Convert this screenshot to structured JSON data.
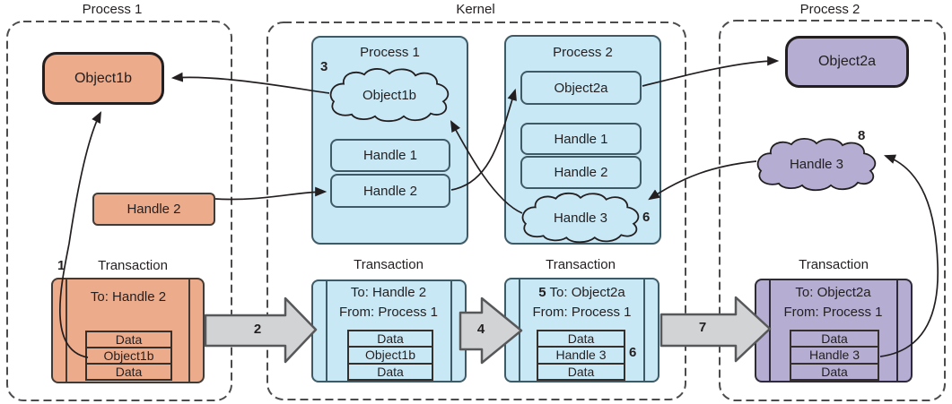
{
  "process1": {
    "label": "Process 1",
    "object1b": "Object1b",
    "handle2": "Handle 2",
    "transaction": {
      "step": "1",
      "label": "Transaction",
      "to": "To: Handle 2",
      "rows": [
        "Data",
        "Object1b",
        "Data"
      ]
    }
  },
  "kernel": {
    "label": "Kernel",
    "process1_box": {
      "title": "Process 1",
      "step": "3",
      "cloud": "Object1b",
      "handle1": "Handle 1",
      "handle2": "Handle 2"
    },
    "process2_box": {
      "title": "Process 2",
      "object2a": "Object2a",
      "handle1": "Handle 1",
      "handle2": "Handle 2",
      "cloud": "Handle 3",
      "cloud_step": "6"
    },
    "transaction1": {
      "label": "Transaction",
      "to": "To: Handle 2",
      "from": "From: Process 1",
      "rows": [
        "Data",
        "Object1b",
        "Data"
      ]
    },
    "transaction2": {
      "label": "Transaction",
      "step": "5",
      "to": "To: Object2a",
      "from": "From: Process 1",
      "rows": [
        "Data",
        "Handle 3",
        "Data"
      ],
      "row_step": "6"
    }
  },
  "process2": {
    "label": "Process 2",
    "object2a": "Object2a",
    "cloud": "Handle 3",
    "cloud_step": "8",
    "transaction": {
      "label": "Transaction",
      "to": "To: Object2a",
      "from": "From: Process 1",
      "rows": [
        "Data",
        "Handle 3",
        "Data"
      ]
    }
  },
  "flow": {
    "step2": "2",
    "step4": "4",
    "step7": "7"
  },
  "colors": {
    "tan_fill": "#ecab8b",
    "blue_fill": "#c9e8f6",
    "purple_fill": "#b5add2",
    "gray_arrow_fill": "#d2d3d5",
    "line": "#231f20",
    "dashed_border": "#4c4c4e"
  }
}
